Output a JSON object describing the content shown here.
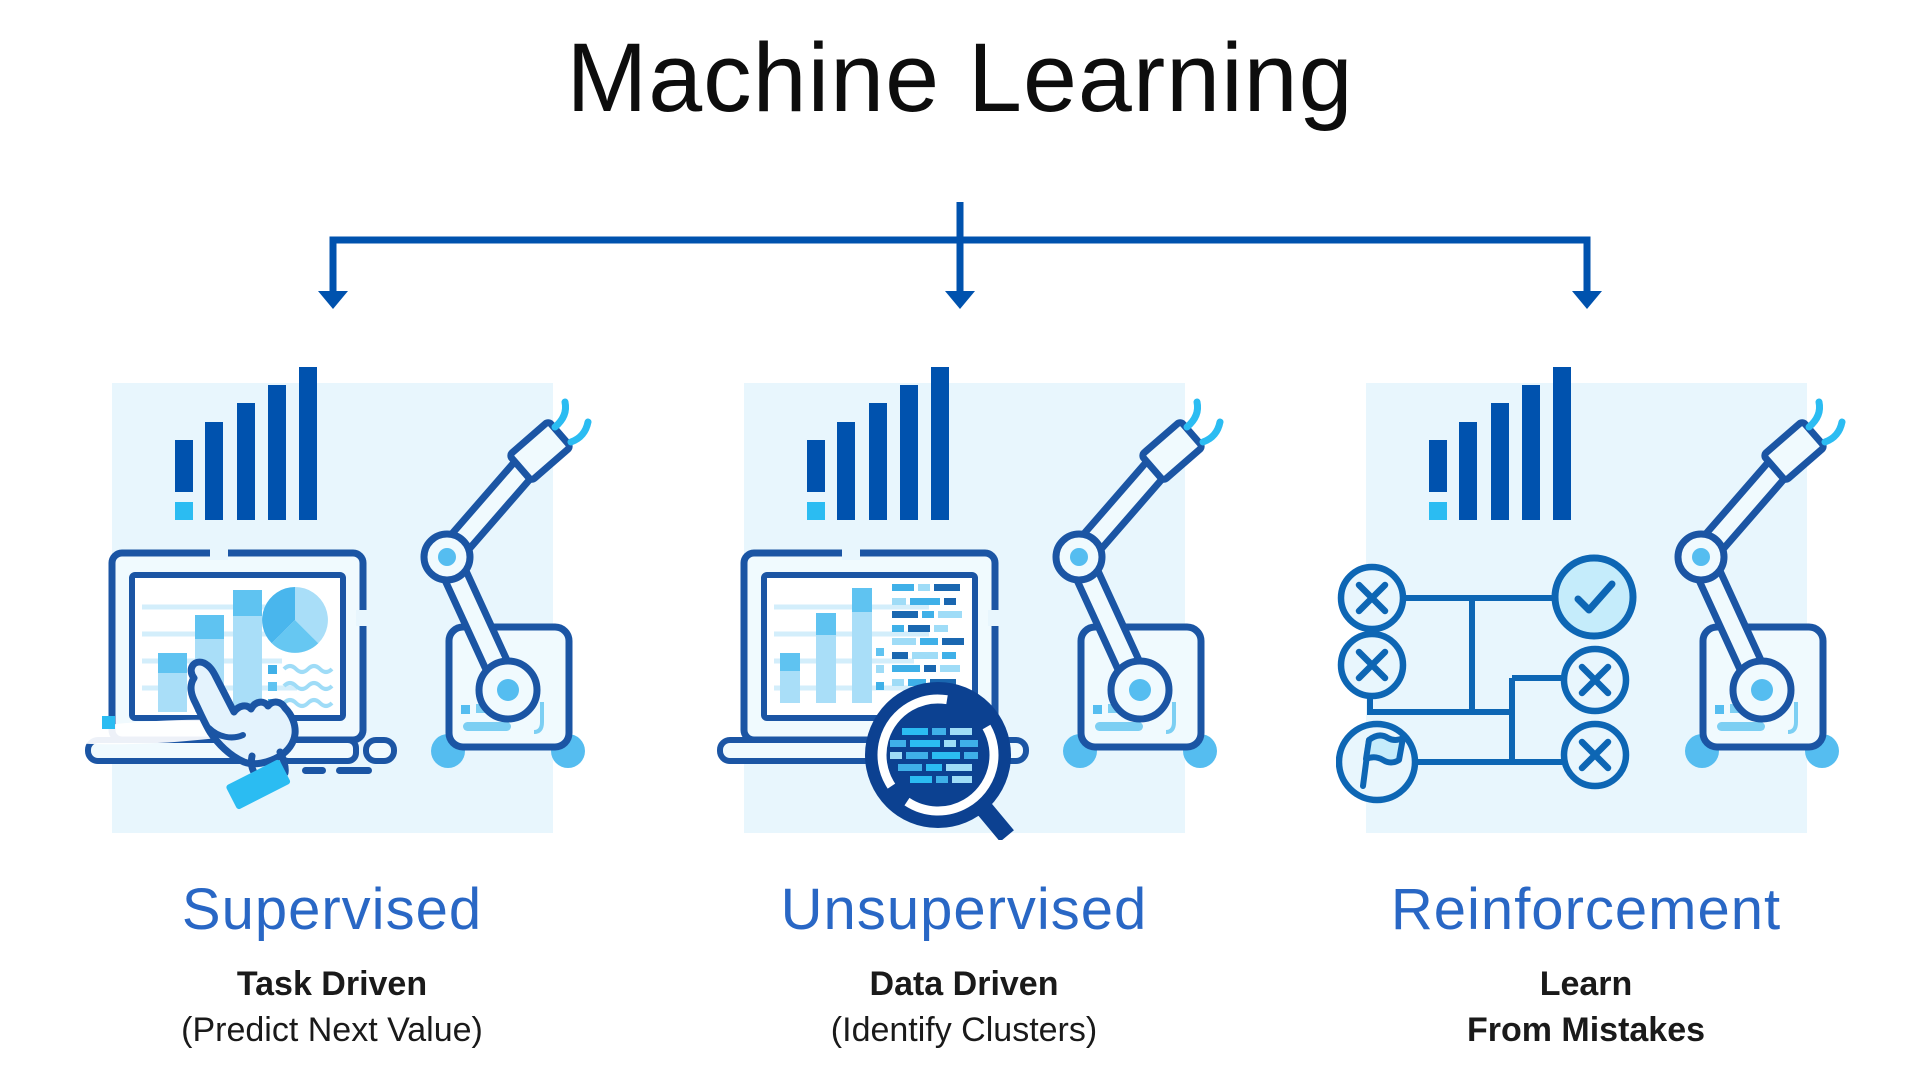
{
  "title": "Machine Learning",
  "branches": [
    {
      "id": "supervised",
      "label": "Supervised",
      "subtitle": "Task Driven",
      "detail": "(Predict Next Value)",
      "icons": [
        "bar-chart-icon",
        "laptop-analytics-icon",
        "hand-cursor-icon",
        "robot-arm-icon"
      ]
    },
    {
      "id": "unsupervised",
      "label": "Unsupervised",
      "subtitle": "Data Driven",
      "detail": "(Identify Clusters)",
      "icons": [
        "bar-chart-icon",
        "laptop-data-icon",
        "magnifier-icon",
        "robot-arm-icon"
      ]
    },
    {
      "id": "reinforcement",
      "label": "Reinforcement",
      "subtitle": "Learn",
      "detail": "From Mistakes",
      "icons": [
        "bar-chart-icon",
        "decision-flow-icon",
        "flag-icon",
        "check-icon",
        "x-icon",
        "robot-arm-icon"
      ]
    }
  ],
  "colors": {
    "primary": "#0052ae",
    "outline": "#1b55a4",
    "mazeLine": "#0d66b4",
    "panelBg": "#e8f6fd",
    "lightFill": "#f0fafe",
    "cyan": "#2bbcf2",
    "cyan2": "#55bdf0",
    "midBlue": "#7ccff3",
    "screenBar": "#a9def8",
    "screenCap": "#5fc3f1",
    "gridBlue": "#d3eefb",
    "navy": "#0c4191",
    "rowDark": "#1a67b0",
    "rowMid": "#3fb0e8",
    "rowLight": "#9fdcf7",
    "pieA": "#49b6ed",
    "pieB": "#a9def8",
    "pieC": "#66c7f2",
    "checkFill": "#c5ecfb",
    "handFill": "#e4f3fd",
    "labelBlue": "#2967c5",
    "titleColor": "#0d0d0d",
    "textDark": "#1a1a1a"
  }
}
